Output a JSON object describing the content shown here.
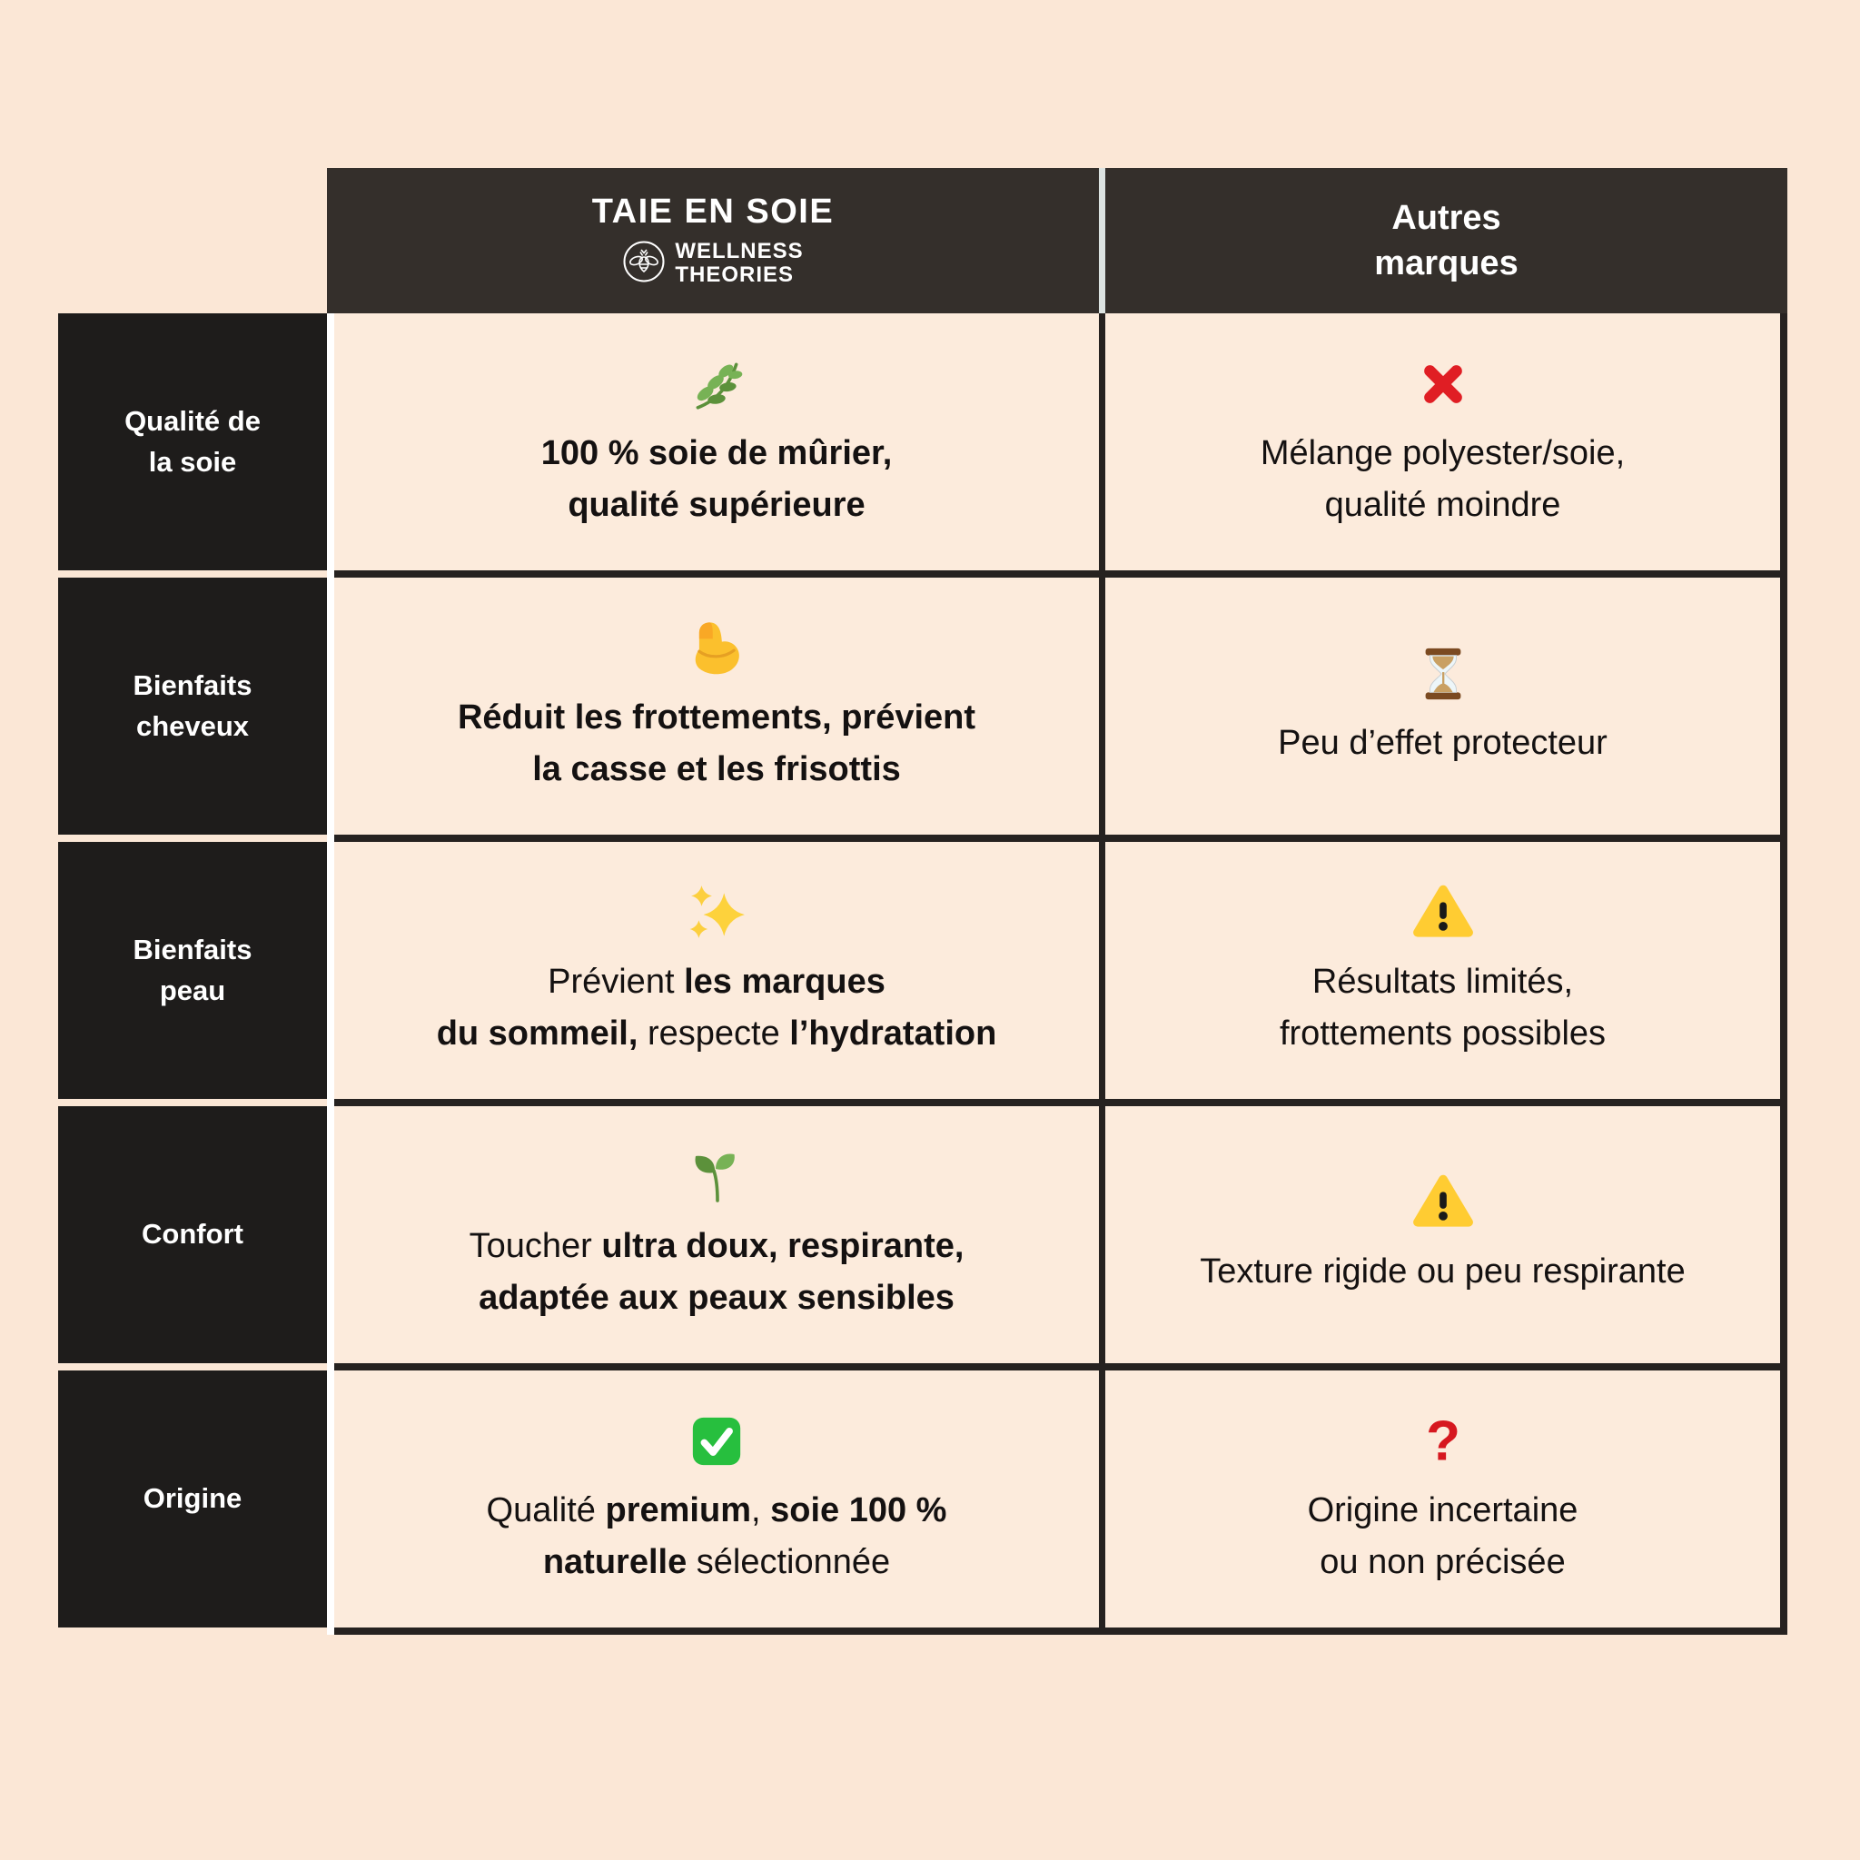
{
  "colors": {
    "page_bg": "#FBE7D6",
    "cell_bg": "#FCEBDC",
    "header_bg": "#342F2B",
    "label_bg": "#1E1C1B",
    "border_dark": "#262220",
    "header_divider": "#DCE3E1",
    "gap_white": "#FFFFFF",
    "text_dark": "#141111",
    "text_light": "#FFFFFF",
    "cross_red": "#E01E24",
    "check_green": "#27BF3E",
    "warning_yellow": "#FFCC32",
    "question_red": "#D6171F"
  },
  "header": {
    "col1": {
      "title": "TAIE EN SOIE",
      "logo_icon": "bee-logo-icon",
      "brand_line1": "WELLNESS",
      "brand_line2": "THEORIES"
    },
    "col2": {
      "line1": "Autres",
      "line2": "marques"
    }
  },
  "rows": [
    {
      "label_lines": [
        "Qualité de",
        "la soie"
      ],
      "brand_cell": {
        "icon": "herb-icon",
        "lines": [
          [
            [
              "100 % soie de mûrier,",
              true
            ]
          ],
          [
            [
              "qualité supérieure",
              true
            ]
          ]
        ]
      },
      "other_cell": {
        "icon": "cross-mark-icon",
        "lines": [
          [
            [
              "Mélange polyester/soie,",
              false
            ]
          ],
          [
            [
              "qualité moindre",
              false
            ]
          ]
        ]
      }
    },
    {
      "label_lines": [
        "Bienfaits",
        "cheveux"
      ],
      "brand_cell": {
        "icon": "muscle-icon",
        "lines": [
          [
            [
              "Réduit les frottements, prévient",
              true
            ]
          ],
          [
            [
              "la casse et les frisottis",
              true
            ]
          ]
        ]
      },
      "other_cell": {
        "icon": "hourglass-icon",
        "lines": [
          [
            [
              "Peu d’effet protecteur",
              false
            ]
          ]
        ]
      }
    },
    {
      "label_lines": [
        "Bienfaits",
        "peau"
      ],
      "brand_cell": {
        "icon": "sparkles-icon",
        "lines": [
          [
            [
              "Prévient ",
              false
            ],
            [
              "les marques",
              true
            ]
          ],
          [
            [
              "du sommeil,",
              true
            ],
            [
              " respecte ",
              false
            ],
            [
              "l’hydratation",
              true
            ]
          ]
        ]
      },
      "other_cell": {
        "icon": "warning-icon",
        "lines": [
          [
            [
              "Résultats limités,",
              false
            ]
          ],
          [
            [
              "frottements possibles",
              false
            ]
          ]
        ]
      }
    },
    {
      "label_lines": [
        "Confort"
      ],
      "brand_cell": {
        "icon": "seedling-icon",
        "lines": [
          [
            [
              "Toucher ",
              false
            ],
            [
              "ultra doux, respirante,",
              true
            ]
          ],
          [
            [
              "adaptée aux peaux sensibles",
              true
            ]
          ]
        ]
      },
      "other_cell": {
        "icon": "warning-icon",
        "lines": [
          [
            [
              "Texture rigide ou peu respirante",
              false
            ]
          ]
        ]
      }
    },
    {
      "label_lines": [
        "Origine"
      ],
      "brand_cell": {
        "icon": "check-button-icon",
        "lines": [
          [
            [
              "Qualité ",
              false
            ],
            [
              "premium",
              true
            ],
            [
              ", ",
              false
            ],
            [
              "soie 100 %",
              true
            ]
          ],
          [
            [
              "naturelle",
              true
            ],
            [
              " sélectionnée",
              false
            ]
          ]
        ]
      },
      "other_cell": {
        "icon": "question-mark-icon",
        "lines": [
          [
            [
              "Origine incertaine",
              false
            ]
          ],
          [
            [
              "ou non précisée",
              false
            ]
          ]
        ]
      }
    }
  ]
}
